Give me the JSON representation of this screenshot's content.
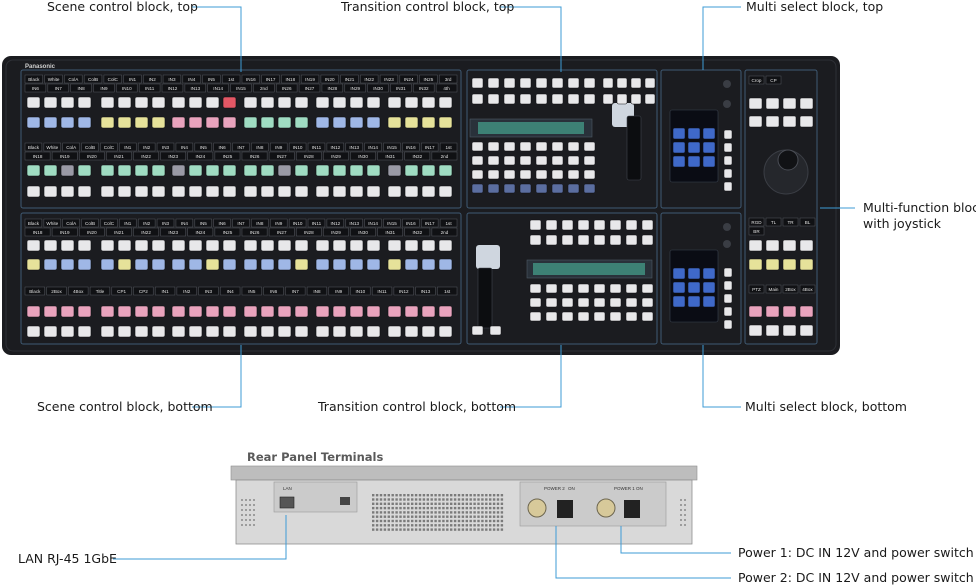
{
  "callouts": {
    "scene_top": "Scene control block, top",
    "transition_top": "Transition control block, top",
    "multi_top": "Multi select block, top",
    "multifunction": "Multi-function block\nwith joystick",
    "scene_bottom": "Scene control block, bottom",
    "transition_bottom": "Transition control block, bottom",
    "multi_bottom": "Multi select block, bottom",
    "lan": "LAN RJ-45 1GbE",
    "power1": "Power 1: DC IN 12V and power switch",
    "power2": "Power 2: DC IN 12V and power switch"
  },
  "rear_title": "Rear Panel Terminals",
  "panel": {
    "brand": "Panasonic",
    "scene_top_row1": [
      "Black",
      "White",
      "ColA",
      "ColB",
      "ColC",
      "IN1",
      "IN2",
      "IN3",
      "IN4",
      "IN5",
      "1st",
      "IN16",
      "IN17",
      "IN18",
      "IN19",
      "IN20",
      "IN21",
      "IN22",
      "IN23",
      "IN24",
      "IN25",
      "3rd"
    ],
    "scene_top_row2": [
      "IN6",
      "IN7",
      "IN8",
      "IN9",
      "IN10",
      "IN11",
      "IN12",
      "IN13",
      "IN14",
      "IN15",
      "2nd",
      "IN26",
      "IN27",
      "IN28",
      "IN29",
      "IN30",
      "IN31",
      "IN32",
      "4th"
    ],
    "scene_top_row3": [
      "Black",
      "White",
      "ColA",
      "ColB",
      "ColC",
      "IN1",
      "IN2",
      "IN3",
      "IN4",
      "IN5",
      "IN6",
      "IN7",
      "IN8",
      "IN9",
      "IN10",
      "IN11",
      "IN12",
      "IN13",
      "IN14",
      "IN15",
      "IN16",
      "IN17",
      "1st"
    ],
    "scene_top_row4": [
      "IN18",
      "IN19",
      "IN20",
      "IN21",
      "IN22",
      "IN23",
      "IN24",
      "IN25",
      "IN26",
      "IN27",
      "IN28",
      "IN29",
      "IN30",
      "IN31",
      "IN32",
      "2nd"
    ],
    "scene_bottom_row1": [
      "Black",
      "White",
      "ColA",
      "ColB",
      "ColC",
      "IN1",
      "IN2",
      "IN3",
      "IN4",
      "IN5",
      "IN6",
      "IN7",
      "IN8",
      "IN9",
      "IN10",
      "IN11",
      "IN12",
      "IN13",
      "IN14",
      "IN15",
      "IN16",
      "IN17",
      "1st"
    ],
    "scene_bottom_row2": [
      "IN18",
      "IN19",
      "IN20",
      "IN21",
      "IN22",
      "IN23",
      "IN24",
      "IN25",
      "IN26",
      "IN27",
      "IN28",
      "IN29",
      "IN30",
      "IN31",
      "IN32",
      "2nd"
    ],
    "scene_bottom_row3": [
      "Black",
      "2Box",
      "4Box",
      "Title",
      "CP1",
      "CP2",
      "IN1",
      "IN2",
      "IN3",
      "IN4",
      "IN5",
      "IN6",
      "IN7",
      "IN8",
      "IN9",
      "IN10",
      "IN11",
      "IN12",
      "IN13",
      "1st"
    ],
    "mf_top": [
      "Crop",
      "CP"
    ],
    "mf_mid1": [
      "RGD",
      "TL",
      "TR",
      "BL"
    ],
    "mf_mid2": [
      "BR"
    ],
    "mf_bottom": [
      "PTZ",
      "Main",
      "2Box",
      "4Box"
    ]
  },
  "rear": {
    "lan_label": "LAN",
    "power1_label": "POWER 1",
    "power2_label": "POWER 2",
    "on_label": "ON"
  },
  "colors": {
    "panel_body": "#1b1c20",
    "block_border": "#3f5a73",
    "callout_line": "#3d9bd6",
    "button_white": "#e8e8ea",
    "button_blue": "#9fb7e6",
    "button_yellow": "#e6e29a",
    "button_pink": "#e9a3bd",
    "button_green": "#9fdcc2",
    "button_red": "#e35765",
    "button_gray": "#9a9aa6",
    "rear_body": "#d9d9d9"
  }
}
